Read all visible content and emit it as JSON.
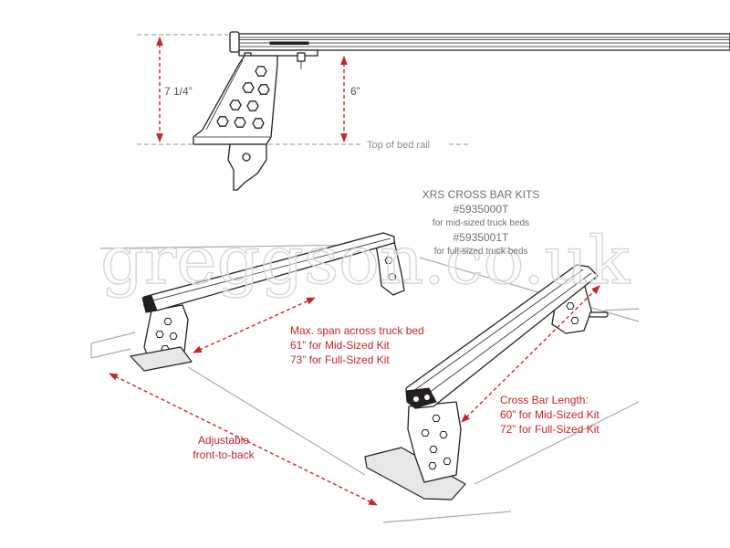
{
  "diagram": {
    "watermark": "greggson.co.uk",
    "top_view": {
      "overall_height_label": "7 1/4”",
      "clearance_label": "6”",
      "bed_rail_label": "Top of bed rail"
    },
    "kit_info": {
      "heading": "XRS CROSS BAR KITS",
      "kits": [
        {
          "part_number": "#5935000T",
          "description": "for mid-sized truck beds"
        },
        {
          "part_number": "#5935001T",
          "description": "for full-sized truck beds"
        }
      ]
    },
    "max_span": {
      "title": "Max. span across truck bed",
      "lines": [
        "61” for Mid-Sized Kit",
        "73” for Full-Sized Kit"
      ]
    },
    "bar_length": {
      "title": "Cross Bar Length:",
      "lines": [
        "60” for Mid-Sized Kit",
        "72” for Full-Sized Kit"
      ]
    },
    "adjustable": {
      "lines": [
        "Adjustable",
        "front-to-back"
      ]
    }
  },
  "colors": {
    "annotation_red": "#c4242b",
    "reference_gray": "#a7a9ac",
    "text_gray": "#6d6e71",
    "outline": "#231f20"
  },
  "icons": [
    "hexagon-cutout-icon",
    "dimension-arrow-icon"
  ]
}
